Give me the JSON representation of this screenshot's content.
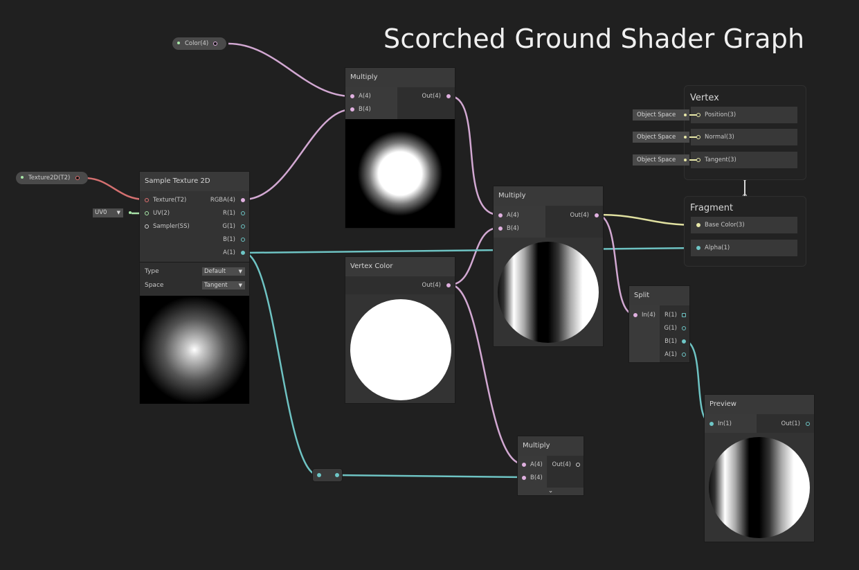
{
  "title": "Scorched Ground Shader Graph",
  "colors": {
    "background": "#202020",
    "wire_pink": "#d8a8d8",
    "wire_cyan": "#6ec6c6",
    "wire_red": "#d87070",
    "wire_yellow": "#e8e8a8",
    "wire_green": "#a8e8a8"
  },
  "properties": {
    "color": "Color(4)",
    "texture": "Texture2D(T2)",
    "uv": "UV0"
  },
  "sample_texture": {
    "title": "Sample Texture 2D",
    "inputs": [
      "Texture(T2)",
      "UV(2)",
      "Sampler(SS)"
    ],
    "outputs": [
      "RGBA(4)",
      "R(1)",
      "G(1)",
      "B(1)",
      "A(1)"
    ],
    "type_label": "Type",
    "type_value": "Default",
    "space_label": "Space",
    "space_value": "Tangent"
  },
  "multiply1": {
    "title": "Multiply",
    "a": "A(4)",
    "b": "B(4)",
    "out": "Out(4)"
  },
  "vertex_color": {
    "title": "Vertex Color",
    "out": "Out(4)"
  },
  "multiply2": {
    "title": "Multiply",
    "a": "A(4)",
    "b": "B(4)",
    "out": "Out(4)"
  },
  "multiply3": {
    "title": "Multiply",
    "a": "A(4)",
    "b": "B(4)",
    "out": "Out(4)"
  },
  "split": {
    "title": "Split",
    "in": "In(4)",
    "outputs": [
      "R(1)",
      "G(1)",
      "B(1)",
      "A(1)"
    ]
  },
  "preview": {
    "title": "Preview",
    "in": "In(1)",
    "out": "Out(1)"
  },
  "vertex": {
    "title": "Vertex",
    "slots": [
      {
        "space": "Object Space",
        "label": "Position(3)"
      },
      {
        "space": "Object Space",
        "label": "Normal(3)"
      },
      {
        "space": "Object Space",
        "label": "Tangent(3)"
      }
    ]
  },
  "fragment": {
    "title": "Fragment",
    "slots": [
      "Base Color(3)",
      "Alpha(1)"
    ]
  }
}
